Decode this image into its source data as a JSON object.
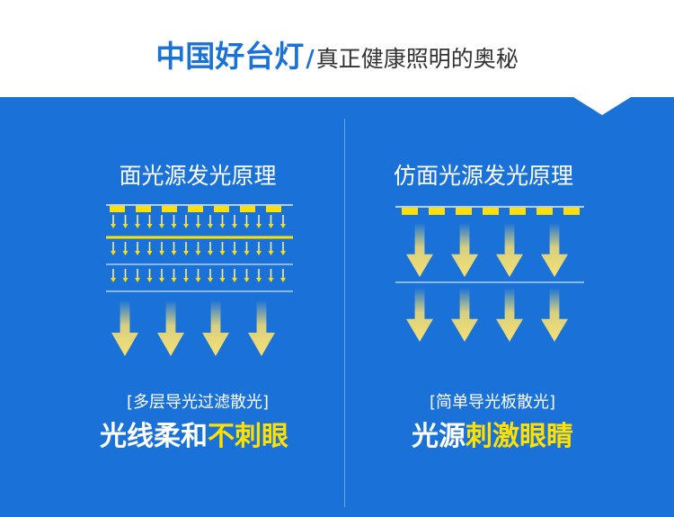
{
  "header": {
    "title_strong": "中国好台灯",
    "title_slash": "/",
    "title_rest": "真正健康照明的奥秘"
  },
  "left": {
    "heading": "面光源发光原理",
    "caption": "[多层导光过滤散光]",
    "slogan_white": "光线柔和",
    "slogan_yellow": "不刺眼"
  },
  "right": {
    "heading": "仿面光源发光原理",
    "caption": "[简单导光板散光]",
    "slogan_white": "光源",
    "slogan_yellow": "刺激眼睛"
  },
  "colors": {
    "brand_blue": "#1a72d8",
    "accent_yellow": "#ffe000",
    "arrow_yellow": "#f8e071",
    "title_gray": "#333333"
  },
  "icons": {
    "led": "led-icon",
    "arrow": "down-arrow-icon"
  }
}
